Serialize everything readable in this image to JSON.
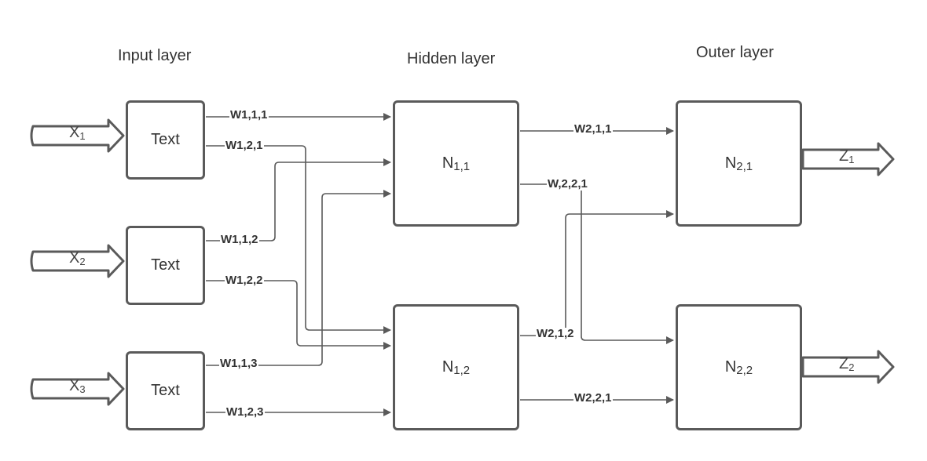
{
  "layers": {
    "input_title": "Input layer",
    "hidden_title": "Hidden layer",
    "outer_title": "Outer layer"
  },
  "inputs": [
    {
      "main": "X",
      "sub": "1"
    },
    {
      "main": "X",
      "sub": "2"
    },
    {
      "main": "X",
      "sub": "3"
    }
  ],
  "input_nodes": [
    "Text",
    "Text",
    "Text"
  ],
  "hidden_nodes": [
    {
      "main": "N",
      "sub": "1,1"
    },
    {
      "main": "N",
      "sub": "1,2"
    }
  ],
  "outer_nodes": [
    {
      "main": "N",
      "sub": "2,1"
    },
    {
      "main": "N",
      "sub": "2,2"
    }
  ],
  "outputs": [
    {
      "main": "Z",
      "sub": "1"
    },
    {
      "main": "Z",
      "sub": "2"
    }
  ],
  "weights": {
    "w111": "W1,1,1",
    "w121": "W1,2,1",
    "w112": "W1,1,2",
    "w122": "W1,2,2",
    "w113": "W1,1,3",
    "w123": "W1,2,3",
    "w211": "W2,1,1",
    "w221_top": "W,2,2,1",
    "w212": "W2,1,2",
    "w221_bottom": "W2,2,1"
  },
  "colors": {
    "line": "#5a5a5a",
    "text": "#333333"
  }
}
